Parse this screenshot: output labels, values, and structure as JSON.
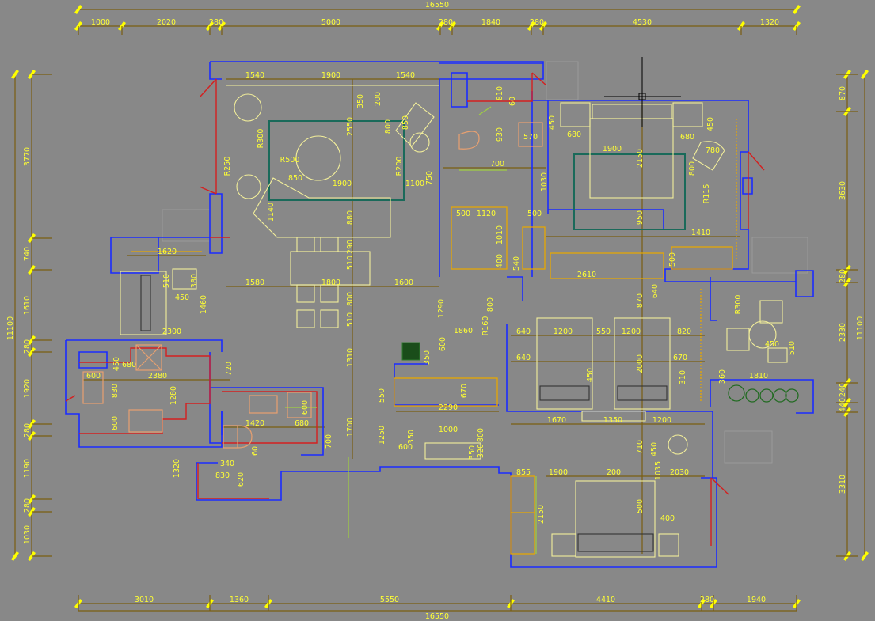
{
  "drawing": {
    "type": "floor plan with dimensions",
    "colors": {
      "background": "#888888",
      "walls": "#1a2cff",
      "dimensions": "#ffff33",
      "dimension_lines": "#7a5e10",
      "furniture": "#f3ef9a",
      "cabinetry": "#e8a800",
      "windows_doors": "#d42020"
    }
  },
  "top_dims": {
    "total": "16550",
    "segments": [
      "1000",
      "2020",
      "280",
      "5000",
      "280",
      "1840",
      "280",
      "4530",
      "1320"
    ]
  },
  "bottom_dims": {
    "total": "16550",
    "segments": [
      "3010",
      "1360",
      "5550",
      "4410",
      "280",
      "1940"
    ]
  },
  "left_dims": {
    "total": "11100",
    "segments": [
      "3770",
      "740",
      "1610",
      "280",
      "1920",
      "280",
      "1190",
      "280",
      "1030"
    ]
  },
  "right_dims": {
    "total": "11100",
    "segments": [
      "870",
      "3630",
      "280",
      "2330",
      "240",
      "440",
      "3310"
    ]
  },
  "interior_labels": [
    "1540",
    "1900",
    "1540",
    "350",
    "200",
    "810",
    "60",
    "R300",
    "800",
    "850",
    "2550",
    "R500",
    "R250",
    "850",
    "1900",
    "R200",
    "1100",
    "750",
    "930",
    "570",
    "700",
    "1030",
    "450",
    "680",
    "1900",
    "680",
    "450",
    "780",
    "800",
    "R115",
    "2150",
    "1140",
    "880",
    "500",
    "1120",
    "500",
    "1010",
    "950",
    "1410",
    "1620",
    "510",
    "380",
    "450",
    "1460",
    "1580",
    "1800",
    "1600",
    "290",
    "510",
    "800",
    "510",
    "400",
    "540",
    "2610",
    "500",
    "870",
    "640",
    "800",
    "1290",
    "R300",
    "2300",
    "1860",
    "R160",
    "600",
    "640",
    "1200",
    "550",
    "1200",
    "820",
    "450",
    "510",
    "350",
    "640",
    "450",
    "2000",
    "670",
    "310",
    "1810",
    "360",
    "1310",
    "720",
    "450",
    "680",
    "2380",
    "600",
    "830",
    "1280",
    "550",
    "670",
    "2290",
    "600",
    "600",
    "1420",
    "680",
    "1700",
    "1670",
    "1350",
    "1200",
    "1250",
    "350",
    "1000",
    "800",
    "700",
    "60",
    "710",
    "450",
    "600",
    "350",
    "320",
    "1320",
    "340",
    "830",
    "620",
    "855",
    "1900",
    "200",
    "1035",
    "2030",
    "2150",
    "500",
    "400"
  ]
}
